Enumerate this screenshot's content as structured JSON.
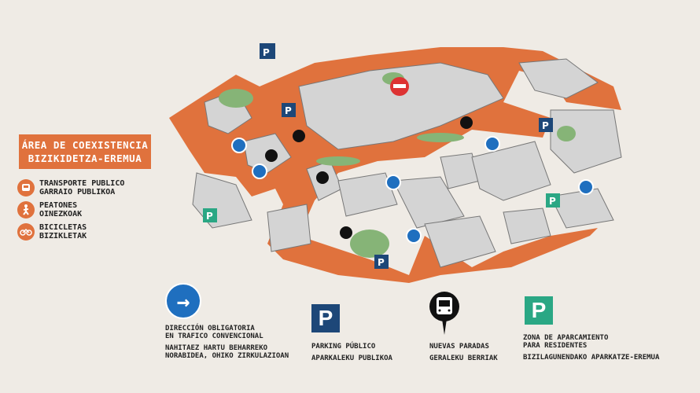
{
  "colors": {
    "zone": "#e0723d",
    "direction_sign": "#1f6fbf",
    "public_parking": "#1d4778",
    "resident_parking": "#2aa784",
    "bus_stop": "#111111",
    "building": "#cfcfcf"
  },
  "legend": {
    "title_line1": "ÁREA DE COEXISTENCIA",
    "title_line2": "BIZIKIDETZA-EREMUA",
    "items": [
      {
        "icon": "bus-icon",
        "line1": "TRANSPORTE PUBLICO",
        "line2": "GARRAIO PUBLIKOA"
      },
      {
        "icon": "pedestrian-icon",
        "line1": "PEATONES",
        "line2": "OINEZKOAK"
      },
      {
        "icon": "bicycle-icon",
        "line1": "BICICLETAS",
        "line2": "BIZIKLETAK"
      }
    ]
  },
  "map": {
    "parking_letter": "P",
    "direction_arrow": "→"
  },
  "bottom_legend": [
    {
      "icon": "direction-arrow-icon",
      "es": [
        "DIRECCIÓN OBLIGATORIA",
        "EN TRAFICO CONVENCIONAL"
      ],
      "eu": [
        "NAHITAEZ HARTU BEHARREKO",
        "NORABIDEA, OHIKO ZIRKULAZIOAN"
      ]
    },
    {
      "icon": "public-parking-icon",
      "es": [
        "PARKING PÚBLICO"
      ],
      "eu": [
        "APARKALEKU PUBLIKOA"
      ]
    },
    {
      "icon": "bus-stop-icon",
      "es": [
        "NUEVAS PARADAS"
      ],
      "eu": [
        "GERALEKU BERRIAK"
      ]
    },
    {
      "icon": "resident-parking-icon",
      "es": [
        "ZONA DE APARCAMIENTO",
        "PARA RESIDENTES"
      ],
      "eu": [
        "BIZILAGUNENDAKO APARKATZE-EREMUA"
      ]
    }
  ]
}
